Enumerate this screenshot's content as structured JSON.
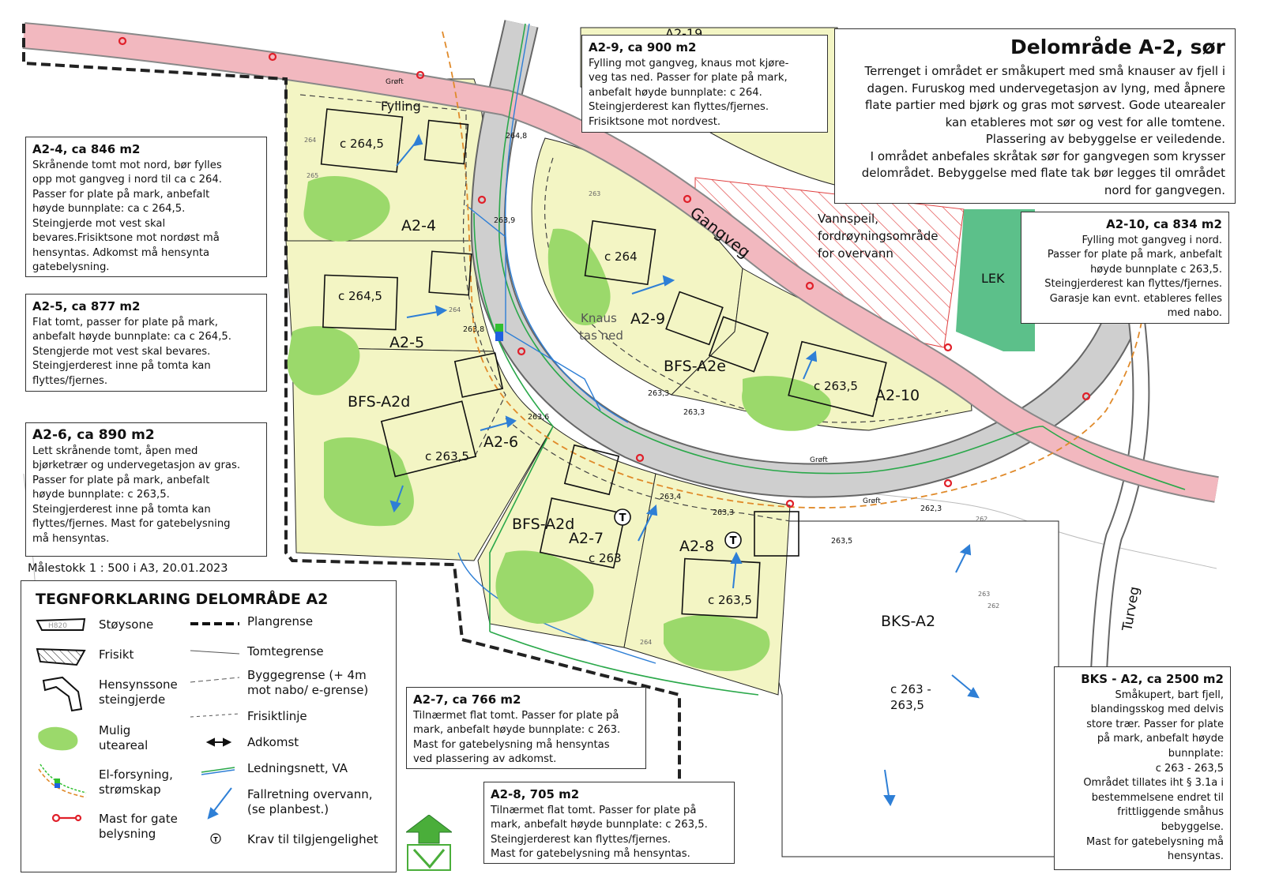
{
  "title": {
    "heading": "Delområde A-2, sør",
    "lines": [
      "Terrenget i området er småkupert med små knauser av fjell i",
      "dagen. Furuskog med undervegetasjon av lyng, med åpnere",
      "flate partier med bjørk og gras mot sørvest. Gode utearealer",
      "kan etableres mot sør og vest for alle tomtene.",
      "Plassering av bebyggelse er veiledende.",
      "I området anbefales skråtak sør for gangvegen som krysser",
      "delområdet. Bebyggelse med flate tak bør legges til området",
      "nord for gangvegen."
    ]
  },
  "lots": {
    "a2_4": {
      "heading": "A2-4, ca 846 m2",
      "lines": [
        "Skrånende tomt mot nord, bør fylles",
        "opp mot gangveg i nord til ca c 264.",
        "Passer for plate på mark, anbefalt",
        "høyde bunnplate: ca c 264,5.",
        "Steingjerde mot vest skal",
        "bevares.Frisiktsone mot nordøst må",
        "hensyntas. Adkomst må hensynta",
        "gatebelysning."
      ]
    },
    "a2_5": {
      "heading": "A2-5, ca 877 m2",
      "lines": [
        "Flat tomt, passer for plate på mark,",
        "anbefalt høyde bunnplate: ca c 264,5.",
        "Stengjerde mot vest skal bevares.",
        "Steingjerderest inne på tomta kan",
        "flyttes/fjernes."
      ]
    },
    "a2_6": {
      "heading": "A2-6, ca 890 m2",
      "lines": [
        "Lett skrånende tomt, åpen med",
        "bjørketrær og undervegetasjon av gras.",
        "Passer for plate på mark, anbefalt",
        "høyde bunnplate: c 263,5.",
        "Steingjerderest inne på tomta kan",
        "flyttes/fjernes. Mast for  gatebelysning",
        "må hensyntas."
      ]
    },
    "a2_9": {
      "heading": "A2-9, ca 900 m2",
      "lines": [
        "Fylling mot gangveg, knaus mot kjøre-",
        "veg tas ned. Passer for plate på mark,",
        "anbefalt høyde bunnplate: c 264.",
        "Steingjerderest kan flyttes/fjernes.",
        "Frisiktsone mot nordvest."
      ]
    },
    "a2_10": {
      "heading": "A2-10, ca 834 m2",
      "lines": [
        "Fylling mot gangveg i nord.",
        "Passer for plate på mark, anbefalt",
        "høyde bunnplate c 263,5.",
        "Steingjerderest kan flyttes/fjernes.",
        "Garasje kan evnt. etableres felles",
        "med nabo."
      ]
    },
    "a2_7": {
      "heading": "A2-7, ca 766 m2",
      "lines": [
        "Tilnærmet flat tomt. Passer for plate på",
        "mark, anbefalt høyde bunnplate: c 263.",
        "Mast for gatebelysning må hensyntas",
        "ved plassering av adkomst."
      ]
    },
    "a2_8": {
      "heading": "A2-8, 705 m2",
      "lines": [
        "Tilnærmet flat tomt. Passer for plate på",
        "mark, anbefalt høyde bunnplate: c 263,5.",
        "Steingjerderest kan flyttes/fjernes.",
        "Mast for gatebelysning må hensyntas."
      ]
    },
    "bks": {
      "heading": "BKS - A2, ca 2500 m2",
      "lines": [
        "Småkupert, bart fjell,",
        "blandingsskog med delvis",
        "store trær. Passer for plate",
        "på mark, anbefalt høyde",
        "bunnplate:",
        "c 263 - 263,5",
        "Området tillates iht § 3.1a i",
        "bestemmelsene endret til",
        "frittliggende småhus",
        "bebyggelse.",
        "Mast for gatebelysning må",
        "hensyntas."
      ]
    }
  },
  "scale_text": "Målestokk 1 : 500 i A3, 20.01.2023",
  "legend": {
    "title": "TEGNFORKLARING DELOMRÅDE A2",
    "left": [
      {
        "label": "Støysone",
        "icon": "noise-zone"
      },
      {
        "label": "Frisikt",
        "icon": "sight-zone"
      },
      {
        "label": "Hensynssone\nsteingjerde",
        "icon": "stone-wall-zone"
      },
      {
        "label": "Mulig\nuteareal",
        "icon": "outdoor-area"
      },
      {
        "label": "El-forsyning,\nstrømskap",
        "icon": "power-supply"
      },
      {
        "label": "Mast for gate\nbelysning",
        "icon": "street-light-mast"
      }
    ],
    "right": [
      {
        "label": "Plangrense",
        "icon": "plan-boundary"
      },
      {
        "label": "Tomtegrense",
        "icon": "lot-boundary"
      },
      {
        "label": "Byggegrense (+ 4m\nmot nabo/ e-grense)",
        "icon": "building-line"
      },
      {
        "label": "Frisiktlinje",
        "icon": "sight-line"
      },
      {
        "label": "Adkomst",
        "icon": "access-arrow"
      },
      {
        "label": "Ledningsnett, VA",
        "icon": "pipe-network"
      },
      {
        "label": "Fallretning overvann,\n(se planbest.)",
        "icon": "drain-arrow"
      },
      {
        "label": "Krav til tilgjengelighet",
        "icon": "accessibility"
      }
    ],
    "noise_icon_text": "H820"
  },
  "map": {
    "road_label": "Gangveg",
    "path_label": "Turveg",
    "lot_labels": [
      "A2-4",
      "A2-5",
      "A2-6",
      "A2-7",
      "A2-8",
      "A2-9",
      "A2-10"
    ],
    "area_labels": [
      "BFS-A2d",
      "BFS-A2d",
      "BFS-A2e",
      "BKS-A2"
    ],
    "play": "LEK",
    "fill": "Fylling",
    "water": [
      "Vannspeil,",
      "fordrøyningsområde",
      "for overvann"
    ],
    "knaus": [
      "Knaus",
      "tas ned"
    ],
    "house_levels": [
      "c 264,5",
      "c 264,5",
      "c 263,5",
      "c 264",
      "c 263,5",
      "c 263",
      "c 263,5"
    ],
    "bks_level": [
      "c 263 -",
      "263,5"
    ],
    "ditch": "Grøft",
    "elevations": [
      "264,8",
      "263,9",
      "263,8",
      "263,6",
      "263,3",
      "263,3",
      "263,4",
      "263,3",
      "262,3",
      "263,5"
    ],
    "contours": [
      "264",
      "265",
      "264",
      "263",
      "262",
      "262",
      "263",
      "264"
    ],
    "partial_number": "A2-19",
    "colors": {
      "lot": "#f3f5c4",
      "road": "#f2b8bf",
      "road_inner": "#cfcfcf",
      "green": "#9bd96b",
      "lek": "#5cc08a",
      "pipe": "#2aa84a",
      "drain": "#2e7fd6",
      "mast": "#e0202a"
    }
  }
}
